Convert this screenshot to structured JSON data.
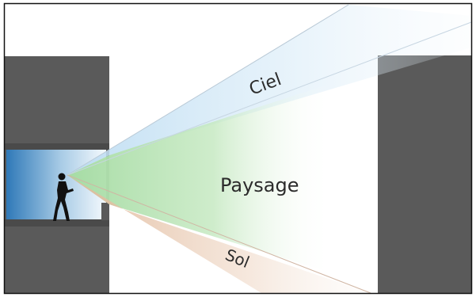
{
  "labels": {
    "sky": "Ciel",
    "landscape": "Paysage",
    "ground": "Sol"
  },
  "colors": {
    "wall": "#5a5a5a",
    "sky_tint": "#bcdcf2",
    "landscape_tint": "#a6dca4",
    "ground_tint": "#e8c7aa",
    "room_light": "#2f79b8",
    "figure": "#111111",
    "frame": "#111111"
  }
}
